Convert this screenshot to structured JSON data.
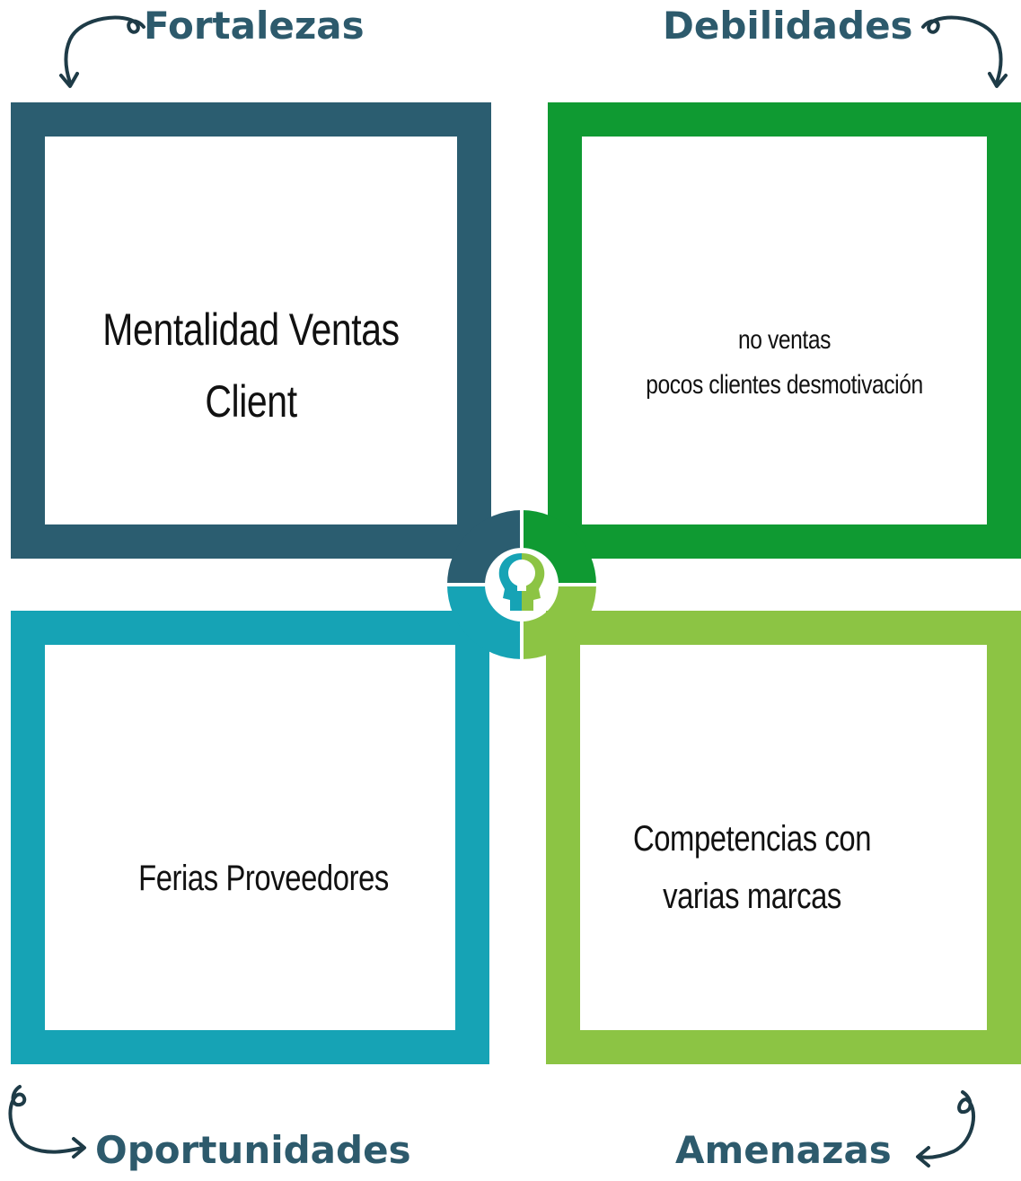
{
  "headings": {
    "fortalezas": "Fortalezas",
    "debilidades": "Debilidades",
    "oportunidades": "Oportunidades",
    "amenazas": "Amenazas"
  },
  "quadrants": {
    "fortalezas": {
      "color": "#2b5d70",
      "lines": [
        "Mentalidad Ventas",
        "Client"
      ]
    },
    "debilidades": {
      "color": "#0f9a32",
      "lines": [
        "no ventas",
        "pocos clientes desmotivación"
      ]
    },
    "oportunidades": {
      "color": "#16a3b5",
      "lines": [
        "Ferias Proveedores"
      ]
    },
    "amenazas": {
      "color": "#8cc444",
      "lines": [
        "Competencias con",
        "varias marcas"
      ]
    }
  },
  "heading_color": "#2d5a6c",
  "center_icon": "lightbulb-head-icon"
}
